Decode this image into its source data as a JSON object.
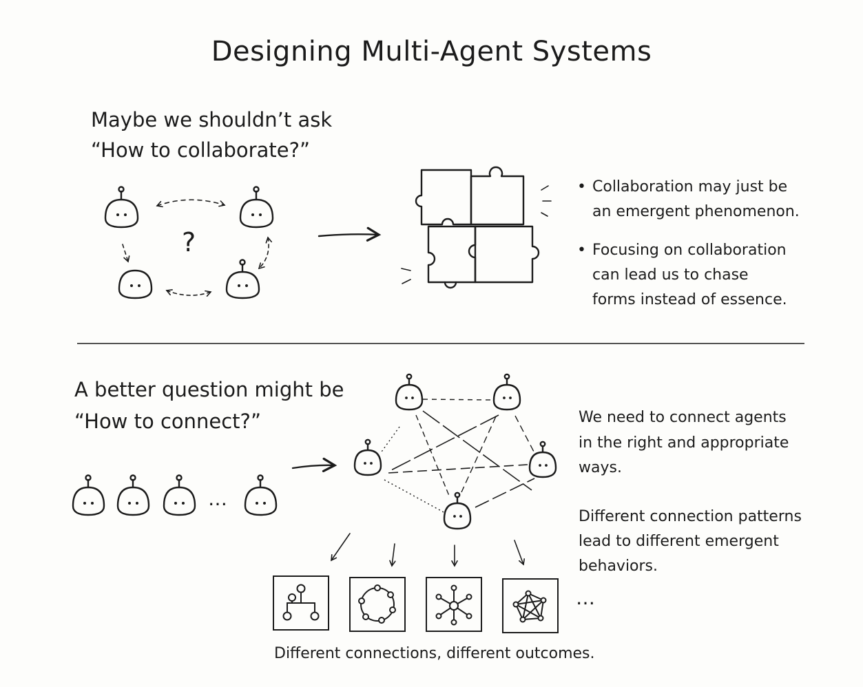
{
  "title": "Designing Multi-Agent Systems",
  "top_section": {
    "question_line1": "Maybe we shouldn’t ask",
    "question_line2": "“How to collaborate?”",
    "question_mark": "?",
    "bullets": [
      {
        "line1": "Collaboration may just be",
        "line2": "an emergent phenomenon.",
        "line3": ""
      },
      {
        "line1": "Focusing on collaboration",
        "line2": "can lead us to chase",
        "line3": "forms instead of essence."
      }
    ]
  },
  "bottom_section": {
    "question_line1": "A better question might be",
    "question_line2": "“How to connect?”",
    "ellipsis_agents": "…",
    "note1": [
      "We need to connect agents",
      "in the right and appropriate",
      "ways."
    ],
    "note2": [
      "Different connection patterns",
      "lead to different emergent",
      "behaviors."
    ],
    "patterns": [
      "hierarchy-icon",
      "ring-icon",
      "star-icon",
      "mesh-icon"
    ],
    "patterns_ellipsis": "…",
    "caption": "Different connections, different outcomes."
  }
}
